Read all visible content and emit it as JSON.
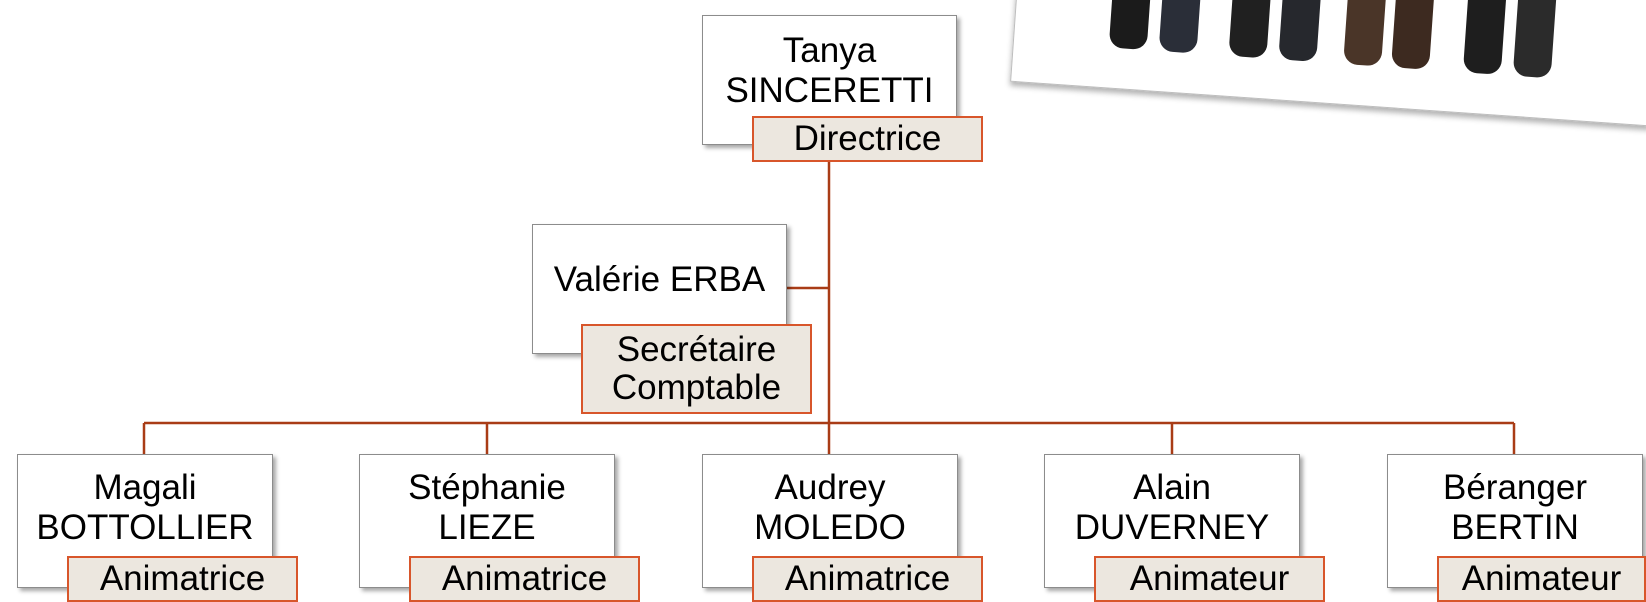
{
  "colors": {
    "connector": "#a93c16",
    "role_border": "#d8562b",
    "role_fill": "#ece7df"
  },
  "director": {
    "first": "Tanya",
    "last": "SINCERETTI",
    "role": "Directrice"
  },
  "assistant": {
    "name": "Valérie ERBA",
    "role_line1": "Secrétaire",
    "role_line2": "Comptable"
  },
  "staff": [
    {
      "first": "Magali",
      "last": "BOTTOLLIER",
      "role": "Animatrice"
    },
    {
      "first": "Stéphanie",
      "last": "LIEZE",
      "role": "Animatrice"
    },
    {
      "first": "Audrey",
      "last": "MOLEDO",
      "role": "Animatrice"
    },
    {
      "first": "Alain",
      "last": "DUVERNEY",
      "role": "Animateur"
    },
    {
      "first": "Béranger",
      "last": "BERTIN",
      "role": "Animateur"
    }
  ]
}
